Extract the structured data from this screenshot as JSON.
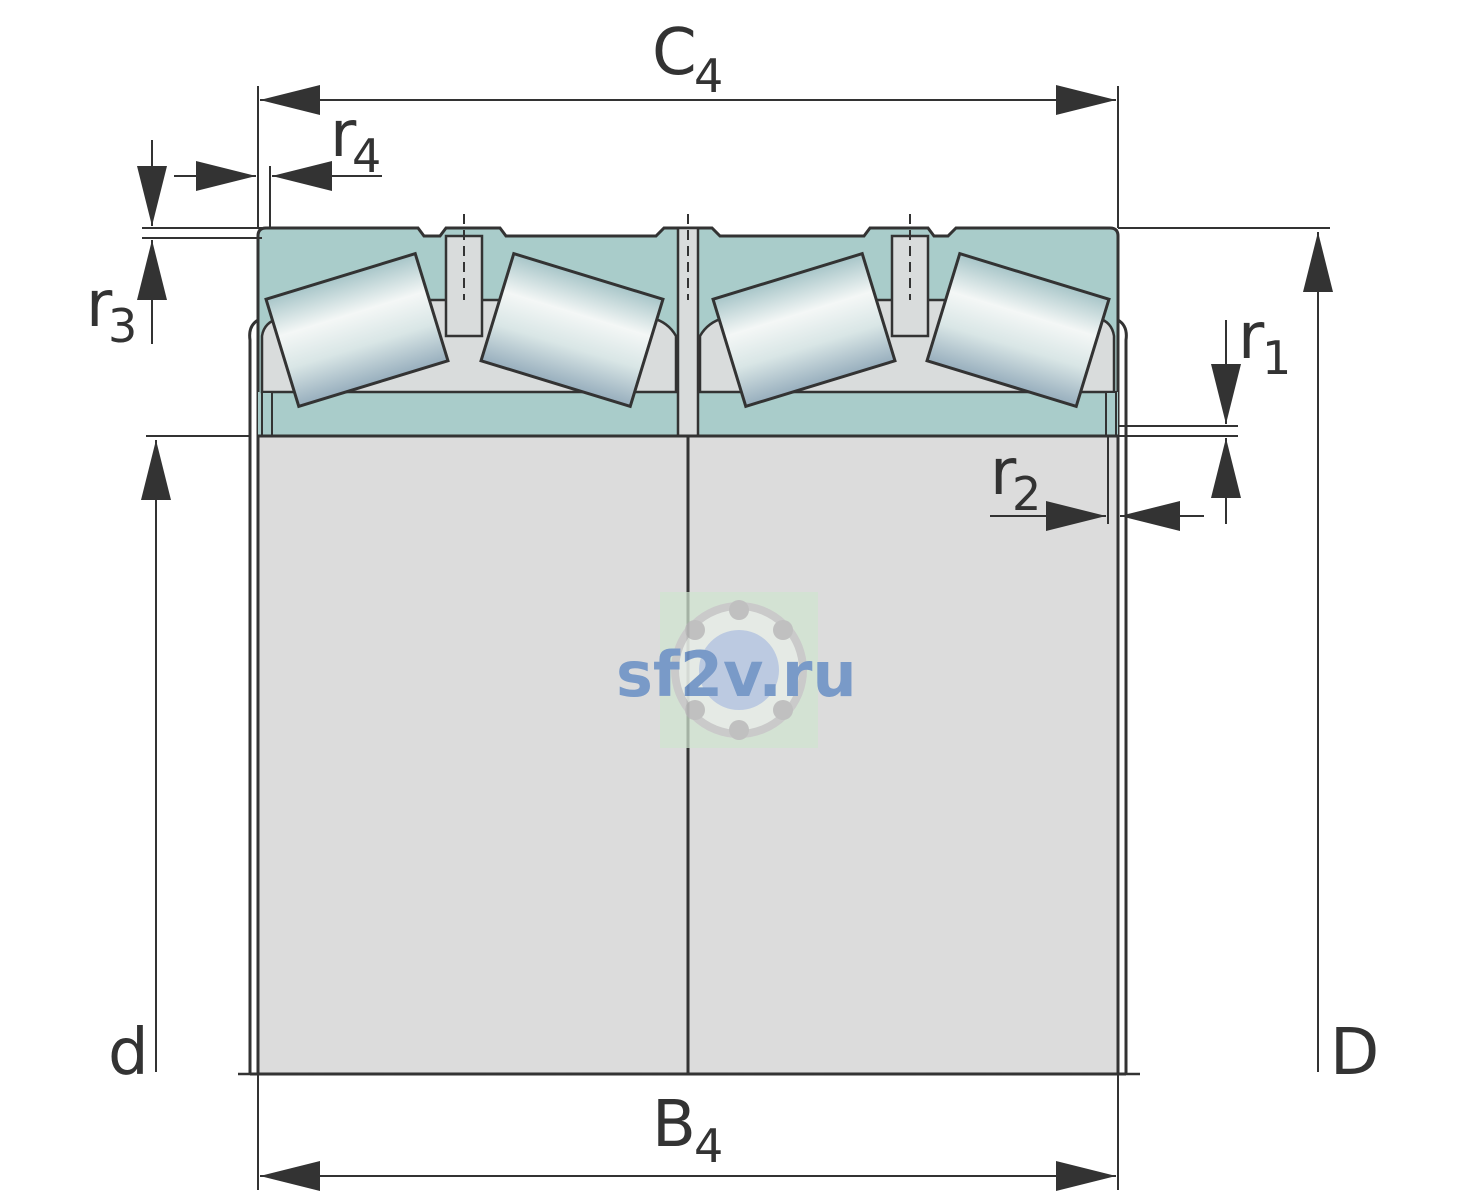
{
  "colors": {
    "ring": "#a9ccca",
    "bore": "#dcdcdc",
    "outline": "#333333",
    "cage": "#d9dcdc",
    "roller_light": "#f3f6f5",
    "roller_dark": "#9eb9bd",
    "watermark_text": "#6f93c6",
    "watermark_bg": "#cfe3cf"
  },
  "labels": {
    "C": {
      "main": "C",
      "sub": "4"
    },
    "B": {
      "main": "B",
      "sub": "4"
    },
    "r1": {
      "main": "r",
      "sub": "1"
    },
    "r2": {
      "main": "r",
      "sub": "2"
    },
    "r3": {
      "main": "r",
      "sub": "3"
    },
    "r4": {
      "main": "r",
      "sub": "4"
    },
    "d": "d",
    "D": "D"
  },
  "watermark": {
    "text": "sf2v.ru",
    "icon": "bearing-icon"
  }
}
